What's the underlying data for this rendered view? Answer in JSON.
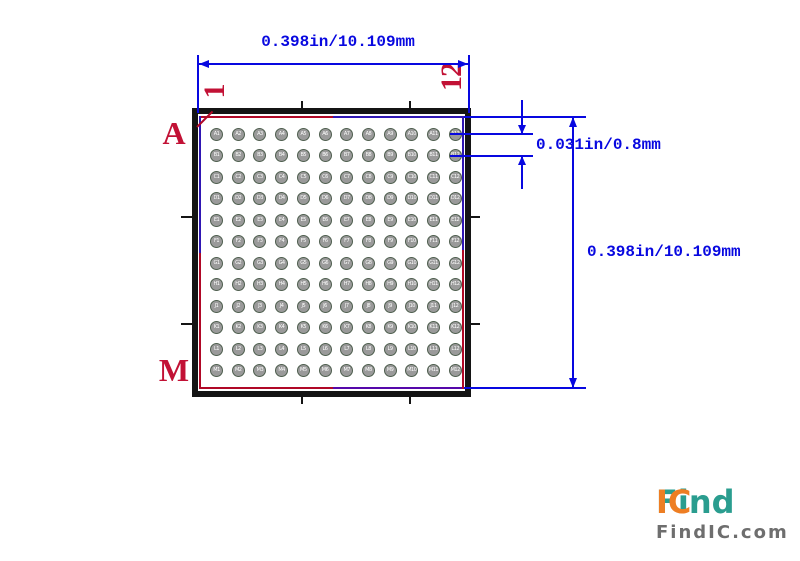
{
  "diagram": {
    "dim_top": "0.398in/10.109mm",
    "dim_right": "0.398in/10.109mm",
    "dim_pitch": "0.031in/0.8mm",
    "corner_labels": {
      "first_row": "A",
      "last_row": "M",
      "first_col": "1",
      "last_col": "12"
    },
    "grid": {
      "rows": [
        "A",
        "B",
        "C",
        "D",
        "E",
        "F",
        "G",
        "H",
        "J",
        "K",
        "L",
        "M"
      ],
      "cols": [
        "1",
        "2",
        "3",
        "4",
        "5",
        "6",
        "7",
        "8",
        "9",
        "10",
        "11",
        "12"
      ]
    }
  },
  "logo": {
    "brand_primary": "Find",
    "brand_secondary": "IC",
    "domain": "FindIC.com"
  },
  "colors": {
    "outline_black": "#141414",
    "dimension_blue": "#0808e0",
    "courtyard_red": "#b00826",
    "courtyard_blue": "#2f16b3",
    "overlap_purple": "#5508aa",
    "label_red": "#c21135",
    "ball_fill": "#9a9a9a",
    "ball_edge": "#4f5f4f",
    "logo_teal": "#2a9d8f",
    "logo_orange": "#ee7e23",
    "logo_gray": "#6e6e6e"
  }
}
